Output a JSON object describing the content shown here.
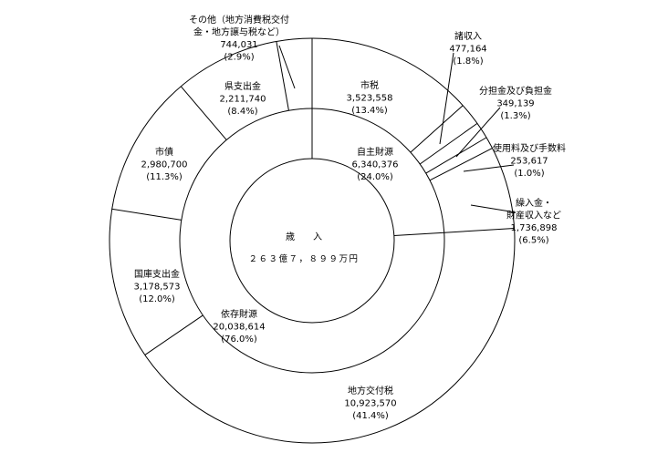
{
  "chart_data": {
    "type": "pie",
    "center": {
      "title": "歳　　入",
      "total": "２６３億７，８９９万円"
    },
    "inner": [
      {
        "label": "自主財源",
        "value": 6340376,
        "value_label": "6,340,376",
        "percent": 24.0,
        "percent_label": "(24.0%)"
      },
      {
        "label": "依存財源",
        "value": 20038614,
        "value_label": "20,038,614",
        "percent": 76.0,
        "percent_label": "(76.0%)"
      }
    ],
    "outer": [
      {
        "label": "市税",
        "value": 3523558,
        "value_label": "3,523,558",
        "percent": 13.4,
        "percent_label": "(13.4%)"
      },
      {
        "label": "諸収入",
        "value": 477164,
        "value_label": "477,164",
        "percent": 1.8,
        "percent_label": "(1.8%)"
      },
      {
        "label": "分担金及び負担金",
        "value": 349139,
        "value_label": "349,139",
        "percent": 1.3,
        "percent_label": "(1.3%)"
      },
      {
        "label": "使用料及び手数料",
        "value": 253617,
        "value_label": "253,617",
        "percent": 1.0,
        "percent_label": "(1.0%)"
      },
      {
        "label": "繰入金・\n財産収入など",
        "value": 1736898,
        "value_label": "1,736,898",
        "percent": 6.5,
        "percent_label": "(6.5%)"
      },
      {
        "label": "地方交付税",
        "value": 10923570,
        "value_label": "10,923,570",
        "percent": 41.4,
        "percent_label": "(41.4%)"
      },
      {
        "label": "国庫支出金",
        "value": 3178573,
        "value_label": "3,178,573",
        "percent": 12.0,
        "percent_label": "(12.0%)"
      },
      {
        "label": "市債",
        "value": 2980700,
        "value_label": "2,980,700",
        "percent": 11.3,
        "percent_label": "(11.3%)"
      },
      {
        "label": "県支出金",
        "value": 2211740,
        "value_label": "2,211,740",
        "percent": 8.4,
        "percent_label": "(8.4%)"
      },
      {
        "label": "その他（地方消費税交付\n金・地方譲与税など）",
        "value": 744031,
        "value_label": "744,031",
        "percent": 2.9,
        "percent_label": "(2.9%)"
      }
    ],
    "colors": {
      "line": "#000000",
      "fill": "#ffffff"
    }
  }
}
